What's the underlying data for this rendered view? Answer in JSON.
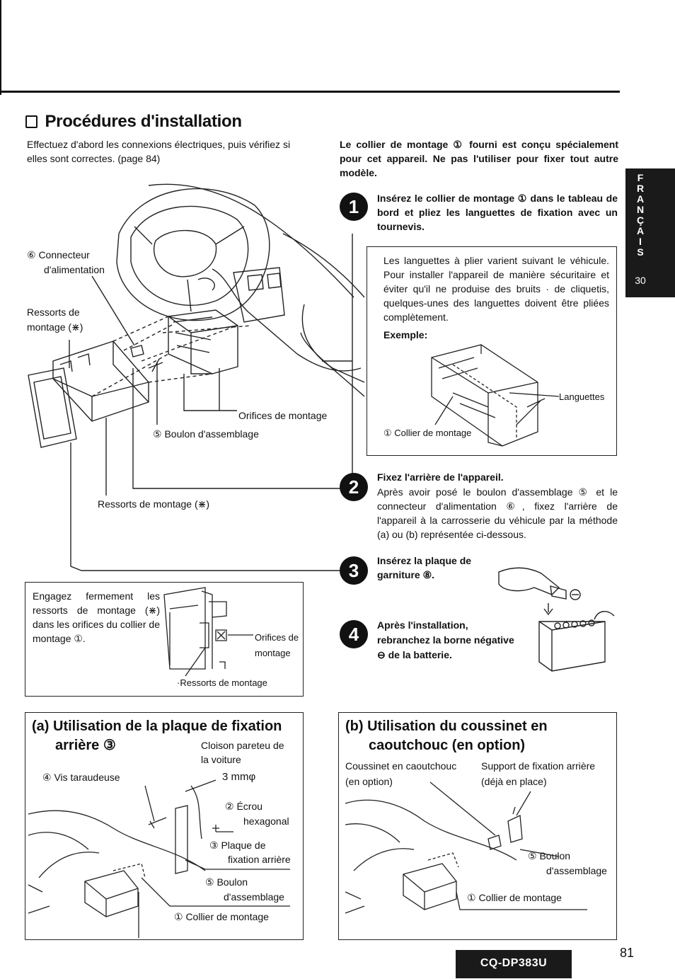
{
  "section": {
    "title": "Procédures d'installation",
    "intro": "Effectuez d'abord les connexions électriques, puis vérifiez si elles sont correctes. (page 84)"
  },
  "warning": "Le collier de montage ① fourni est conçu spécialement pour cet appareil. Ne pas l'utiliser pour fixer tout autre modèle.",
  "side_tab": {
    "letters": [
      "F",
      "R",
      "A",
      "N",
      "Ç",
      "A",
      "I",
      "S"
    ],
    "page": "30"
  },
  "main_diagram": {
    "labels": {
      "connector": "⑥ Connecteur",
      "connector2": "d'alimentation",
      "springs_top": "Ressorts de",
      "springs_top2": "montage (⋇)",
      "holes": "Orifices de montage",
      "bolt": "⑤ Boulon d'assemblage",
      "springs_bottom": "Ressorts de montage (⋇)"
    }
  },
  "steps": [
    {
      "num": "1",
      "title": "Insérez le collier de montage ① dans le tableau de bord et pliez les languettes de fixation avec un tournevis."
    },
    {
      "num": "2",
      "title": "Fixez l'arrière de l'appareil.",
      "body": "Après avoir posé le boulon d'assemblage ⑤ et le connecteur d'alimentation ⑥, fixez l'arrière de l'appareil à la carrosserie du véhicule par la méthode (a) ou (b) représentée ci-dessous."
    },
    {
      "num": "3",
      "title": "Insérez la plaque de garniture ⑧."
    },
    {
      "num": "4",
      "title_a": "Après l'installation,",
      "title_b": "rebranchez la borne négative",
      "title_c": "⊖ de la batterie."
    }
  ],
  "tabs_note": {
    "body": "Les languettes à plier varient suivant le véhicule. Pour installer l'appareil de manière sécuritaire et éviter qu'il ne produise des bruits · de cliquetis, quelques-unes des languettes doivent être pliées complètement.",
    "example": "Exemple:",
    "label_tabs": "Languettes",
    "label_collar": "① Collier de montage"
  },
  "spring_note": {
    "body": "Engagez fermement les ressorts de montage (⋇) dans les orifices du collier de montage ①.",
    "label_holes": "Orifices de",
    "label_holes2": "montage",
    "label_springs": "·Ressorts de montage"
  },
  "panel_a": {
    "title1": "(a) Utilisation de la plaque de fixation",
    "title2": "arrière ③",
    "firewall1": "Cloison pareteu de",
    "firewall2": "la voiture",
    "screw": "④ Vis taraudeuse",
    "dim": "3 mmφ",
    "nut1": "② Écrou",
    "nut2": "hexagonal",
    "plate1": "③ Plaque de",
    "plate2": "fixation arrière",
    "bolt1": "⑤ Boulon",
    "bolt2": "d'assemblage",
    "collar": "① Collier de montage"
  },
  "panel_b": {
    "title1": "(b) Utilisation du coussinet en",
    "title2": "caoutchouc (en option)",
    "cushion1": "Coussinet en caoutchouc",
    "cushion2": "(en option)",
    "support1": "Support de fixation arrière",
    "support2": "(déjà en place)",
    "bolt1": "⑤ Boulon",
    "bolt2": "d'assemblage",
    "collar": "① Collier de montage"
  },
  "footer": {
    "model": "CQ-DP383U",
    "page": "81"
  }
}
